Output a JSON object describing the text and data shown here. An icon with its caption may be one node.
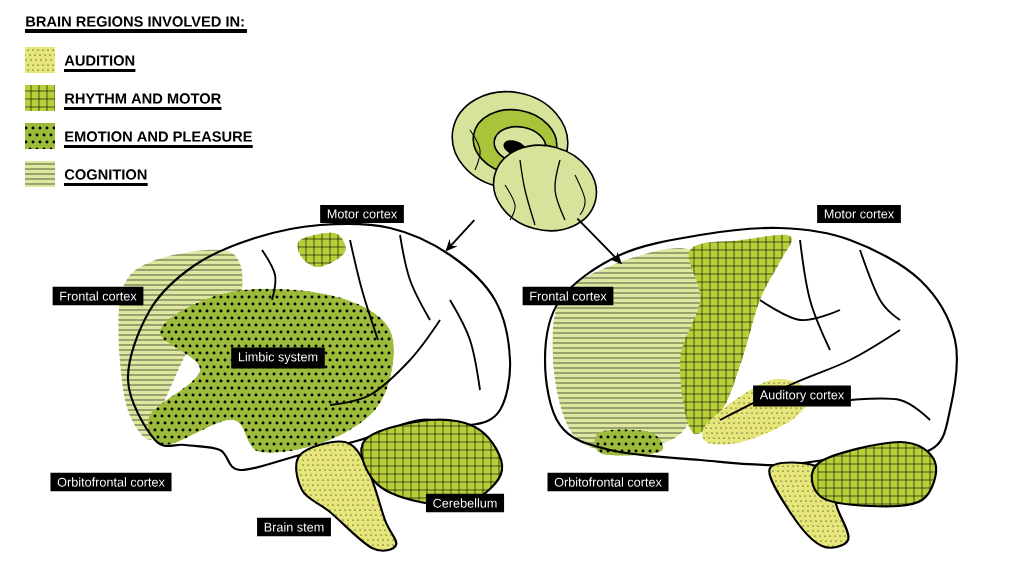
{
  "diagram": {
    "title": "BRAIN REGIONS INVOLVED IN:",
    "nodes": [
      {
        "text": [],
        "shape": "picture"
      },
      {
        "text": [],
        "shape": "picture"
      },
      {
        "text": [],
        "shape": "picture"
      },
      {
        "text": [
          "Motor cortex"
        ]
      },
      {
        "text": [
          "Frontal cortex"
        ]
      },
      {
        "text": [
          "Limbic system"
        ],
        "in": 1
      },
      {
        "text": [
          "Orbitofrontal cortex"
        ]
      },
      {
        "text": [
          "Cerebellum"
        ]
      },
      {
        "text": [
          "Brain stem"
        ]
      },
      {
        "text": [
          "Motor cortex"
        ]
      },
      {
        "text": [
          "Frontal cortex"
        ]
      },
      {
        "text": [
          "Auditory cortex"
        ],
        "in": 2
      },
      {
        "text": [
          "Orbitofrontal cortex"
        ]
      }
    ],
    "edges": [
      {
        "from": 0,
        "to": 1,
        "arrow": "to"
      },
      {
        "from": 0,
        "to": 2,
        "arrow": "to"
      }
    ],
    "legend": [
      {
        "text": "AUDITION"
      },
      {
        "text": "RHYTHM AND MOTOR"
      },
      {
        "text": "EMOTION AND PLEASURE"
      },
      {
        "text": "COGNITION"
      }
    ]
  }
}
